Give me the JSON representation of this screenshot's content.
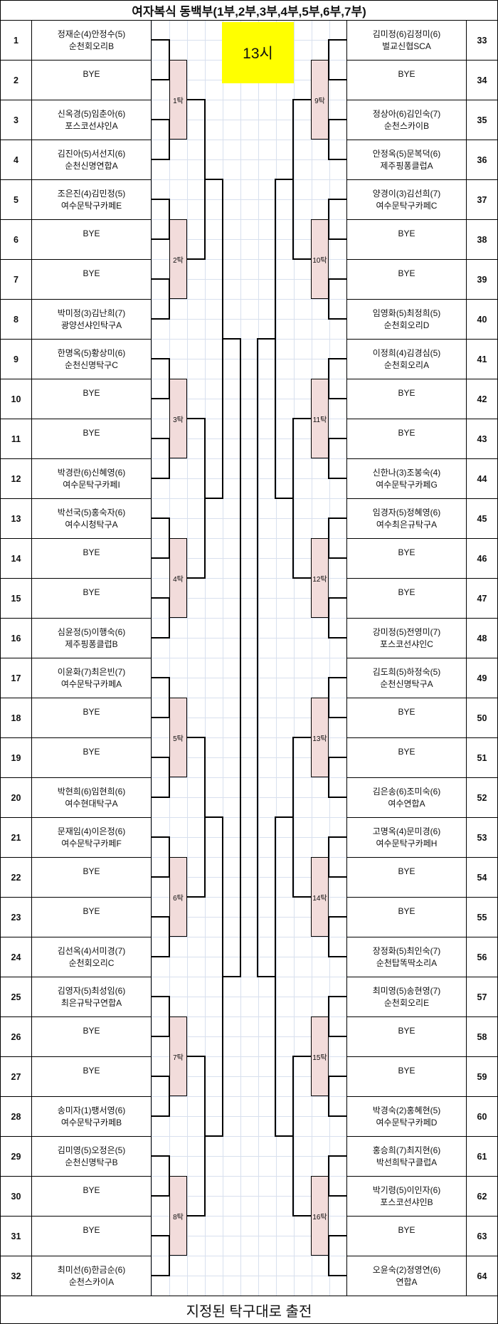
{
  "title": "여자복식 동백부(1부,2부,3부,4부,5부,6부,7부)",
  "start_time": "13시",
  "footer_note": "지정된 탁구대로 출전",
  "colors": {
    "table_box_fill": "#f2dcdb",
    "time_box_fill": "#ffff00",
    "gridline": "#d8e0ee",
    "line": "#000000"
  },
  "tables": {
    "left": [
      "1탁",
      "2탁",
      "3탁",
      "4탁",
      "5탁",
      "6탁",
      "7탁",
      "8탁"
    ],
    "right": [
      "9탁",
      "10탁",
      "11탁",
      "12탁",
      "13탁",
      "14탁",
      "15탁",
      "16탁"
    ]
  },
  "left_entries": [
    {
      "no": "1",
      "names": "정재순(4)안정수(5)",
      "club": "순천회오리B"
    },
    {
      "no": "2",
      "names": "BYE",
      "club": ""
    },
    {
      "no": "3",
      "names": "신옥경(5)임춘아(6)",
      "club": "포스코선샤인A"
    },
    {
      "no": "4",
      "names": "김진아(5)서선지(6)",
      "club": "순천신명연합A"
    },
    {
      "no": "5",
      "names": "조은진(4)김민정(5)",
      "club": "여수문탁구카페E"
    },
    {
      "no": "6",
      "names": "BYE",
      "club": ""
    },
    {
      "no": "7",
      "names": "BYE",
      "club": ""
    },
    {
      "no": "8",
      "names": "박미정(3)김난희(7)",
      "club": "광양선샤인탁구A"
    },
    {
      "no": "9",
      "names": "한명옥(5)황상미(6)",
      "club": "순천신명탁구C"
    },
    {
      "no": "10",
      "names": "BYE",
      "club": ""
    },
    {
      "no": "11",
      "names": "BYE",
      "club": ""
    },
    {
      "no": "12",
      "names": "박경란(6)신혜영(6)",
      "club": "여수문탁구카페I"
    },
    {
      "no": "13",
      "names": "박선국(5)홍숙자(6)",
      "club": "여수시청탁구A"
    },
    {
      "no": "14",
      "names": "BYE",
      "club": ""
    },
    {
      "no": "15",
      "names": "BYE",
      "club": ""
    },
    {
      "no": "16",
      "names": "심윤정(5)이행숙(6)",
      "club": "제주핑퐁클럽B"
    },
    {
      "no": "17",
      "names": "이윤화(7)최은빈(7)",
      "club": "여수문탁구카페A"
    },
    {
      "no": "18",
      "names": "BYE",
      "club": ""
    },
    {
      "no": "19",
      "names": "BYE",
      "club": ""
    },
    {
      "no": "20",
      "names": "박현희(6)임현희(6)",
      "club": "여수현대탁구A"
    },
    {
      "no": "21",
      "names": "문재임(4)이은정(6)",
      "club": "여수문탁구카페F"
    },
    {
      "no": "22",
      "names": "BYE",
      "club": ""
    },
    {
      "no": "23",
      "names": "BYE",
      "club": ""
    },
    {
      "no": "24",
      "names": "김선옥(4)서미경(7)",
      "club": "순천회오리C"
    },
    {
      "no": "25",
      "names": "김영자(5)최성임(6)",
      "club": "최은규탁구연합A"
    },
    {
      "no": "26",
      "names": "BYE",
      "club": ""
    },
    {
      "no": "27",
      "names": "BYE",
      "club": ""
    },
    {
      "no": "28",
      "names": "송미자(1)팽서영(6)",
      "club": "여수문탁구카페B"
    },
    {
      "no": "29",
      "names": "김미영(5)오정은(5)",
      "club": "순천신명탁구B"
    },
    {
      "no": "30",
      "names": "BYE",
      "club": ""
    },
    {
      "no": "31",
      "names": "BYE",
      "club": ""
    },
    {
      "no": "32",
      "names": "최미선(6)한금순(6)",
      "club": "순천스카이A"
    }
  ],
  "right_entries": [
    {
      "no": "33",
      "names": "김미정(6)김정미(6)",
      "club": "벌교신협SCA"
    },
    {
      "no": "34",
      "names": "BYE",
      "club": ""
    },
    {
      "no": "35",
      "names": "정상아(6)김인숙(7)",
      "club": "순천스카이B"
    },
    {
      "no": "36",
      "names": "안정옥(5)문복덕(6)",
      "club": "제주핑퐁클럽A"
    },
    {
      "no": "37",
      "names": "양경이(3)김선희(7)",
      "club": "여수문탁구카페C"
    },
    {
      "no": "38",
      "names": "BYE",
      "club": ""
    },
    {
      "no": "39",
      "names": "BYE",
      "club": ""
    },
    {
      "no": "40",
      "names": "임영화(5)최정희(5)",
      "club": "순천회오리D"
    },
    {
      "no": "41",
      "names": "이정희(4)김경심(5)",
      "club": "순천회오리A"
    },
    {
      "no": "42",
      "names": "BYE",
      "club": ""
    },
    {
      "no": "43",
      "names": "BYE",
      "club": ""
    },
    {
      "no": "44",
      "names": "신한나(3)조봉숙(4)",
      "club": "여수문탁구카페G"
    },
    {
      "no": "45",
      "names": "임경자(5)정혜영(6)",
      "club": "여수최은규탁구A"
    },
    {
      "no": "46",
      "names": "BYE",
      "club": ""
    },
    {
      "no": "47",
      "names": "BYE",
      "club": ""
    },
    {
      "no": "48",
      "names": "강미정(5)전영미(7)",
      "club": "포스코선샤인C"
    },
    {
      "no": "49",
      "names": "김도희(5)하정숙(5)",
      "club": "순천신명탁구A"
    },
    {
      "no": "50",
      "names": "BYE",
      "club": ""
    },
    {
      "no": "51",
      "names": "BYE",
      "club": ""
    },
    {
      "no": "52",
      "names": "김은송(6)조미숙(6)",
      "club": "여수연합A"
    },
    {
      "no": "53",
      "names": "고명옥(4)문미경(6)",
      "club": "여수문탁구카페H"
    },
    {
      "no": "54",
      "names": "BYE",
      "club": ""
    },
    {
      "no": "55",
      "names": "BYE",
      "club": ""
    },
    {
      "no": "56",
      "names": "장정화(5)최인숙(7)",
      "club": "순천탑똑딱소리A"
    },
    {
      "no": "57",
      "names": "최미영(5)송현영(7)",
      "club": "순천회오리E"
    },
    {
      "no": "58",
      "names": "BYE",
      "club": ""
    },
    {
      "no": "59",
      "names": "BYE",
      "club": ""
    },
    {
      "no": "60",
      "names": "박경숙(2)홍혜현(5)",
      "club": "여수문탁구카페D"
    },
    {
      "no": "61",
      "names": "홍승희(7)최지현(6)",
      "club": "박선희탁구클럽A"
    },
    {
      "no": "62",
      "names": "박기령(5)이인자(6)",
      "club": "포스코선샤인B"
    },
    {
      "no": "63",
      "names": "BYE",
      "club": ""
    },
    {
      "no": "64",
      "names": "오윤숙(2)정영연(6)",
      "club": "연합A"
    }
  ]
}
